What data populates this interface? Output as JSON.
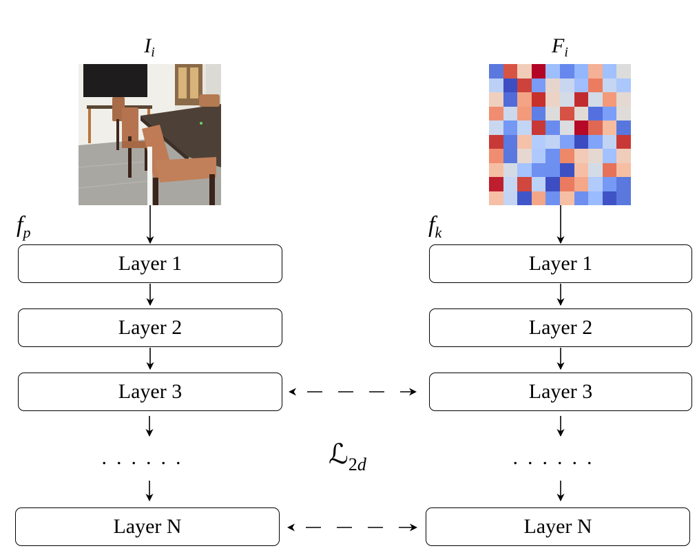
{
  "left_column": {
    "input_label": {
      "base": "I",
      "sub": "i"
    },
    "network_label": {
      "base": "f",
      "sub": "p"
    },
    "image": {
      "description": "indoor room with bar stools, table and wall-mounted TV"
    },
    "layers": [
      "Layer 1",
      "Layer 2",
      "Layer 3",
      "Layer N"
    ],
    "ellipsis": "......"
  },
  "right_column": {
    "input_label": {
      "base": "F",
      "sub": "i"
    },
    "network_label": {
      "base": "f",
      "sub": "k"
    },
    "layers": [
      "Layer 1",
      "Layer 2",
      "Layer 3",
      "Layer N"
    ],
    "ellipsis": "......"
  },
  "loss_label": {
    "base": "ℒ",
    "sub_num": "2",
    "sub_var": "d"
  },
  "connections": [
    {
      "from": "left.Layer 3",
      "to": "right.Layer 3",
      "style": "dashed-bidirectional"
    },
    {
      "from": "left.Layer N",
      "to": "right.Layer N",
      "style": "dashed-bidirectional"
    }
  ],
  "heatmap": {
    "rows": 10,
    "cols": 10,
    "colors": [
      [
        "#5a78dd",
        "#d75445",
        "#f1cdb9",
        "#b40426",
        "#9ebefd",
        "#6687ed",
        "#94b6fc",
        "#f4b196",
        "#a1c0fe",
        "#dcdcdc"
      ],
      [
        "#bcd0f5",
        "#3c4ec2",
        "#cd423b",
        "#7a9cf6",
        "#e6d5cd",
        "#c8d7ef",
        "#a1befe",
        "#ec7c60",
        "#c5d6f3",
        "#abc7fc"
      ],
      [
        "#efd0bf",
        "#516bd8",
        "#f3a484",
        "#c6302d",
        "#ecd3c5",
        "#d3dbe7",
        "#c12b30",
        "#d2dbe8",
        "#f29a7a",
        "#e4d9d2"
      ],
      [
        "#f08d70",
        "#cbd8ee",
        "#f39a7b",
        "#5f7fe6",
        "#dddcdc",
        "#d65244",
        "#e2dad5",
        "#5470de",
        "#7b9ff9",
        "#dfdbd9"
      ],
      [
        "#cad8ef",
        "#7598f5",
        "#c3d5f4",
        "#c83836",
        "#6a8bee",
        "#dcdde0",
        "#b50927",
        "#e06754",
        "#f6bca0",
        "#5877de"
      ],
      [
        "#c83836",
        "#5b79e0",
        "#f5c1a8",
        "#b4ccfb",
        "#c0d3f5",
        "#7fa1f7",
        "#3b4cc0",
        "#81a4fb",
        "#c1d4f4",
        "#c83836"
      ],
      [
        "#f08d70",
        "#5a78dd",
        "#e6d8d0",
        "#afc9fc",
        "#6e90f1",
        "#ee8968",
        "#f2cab5",
        "#e5d8d0",
        "#a2c1fe",
        "#f0cdba"
      ],
      [
        "#f5bea2",
        "#d5dbe5",
        "#a5c3fe",
        "#6e90f1",
        "#6c8ff0",
        "#3d50c3",
        "#f6bfa5",
        "#d3dbe7",
        "#e67259",
        "#f6bea3"
      ],
      [
        "#be1e2d",
        "#c5d6f3",
        "#d0473d",
        "#bcd2f6",
        "#3c4ec2",
        "#ea7b60",
        "#f4a889",
        "#b1cbfc",
        "#7699f6",
        "#5a78dd"
      ],
      [
        "#f6bfa6",
        "#c4d5f3",
        "#4055c8",
        "#f4a688",
        "#6e90f1",
        "#f6bfa4",
        "#6e8ff0",
        "#9abbff",
        "#3f53c6",
        "#5a78dd"
      ]
    ]
  }
}
